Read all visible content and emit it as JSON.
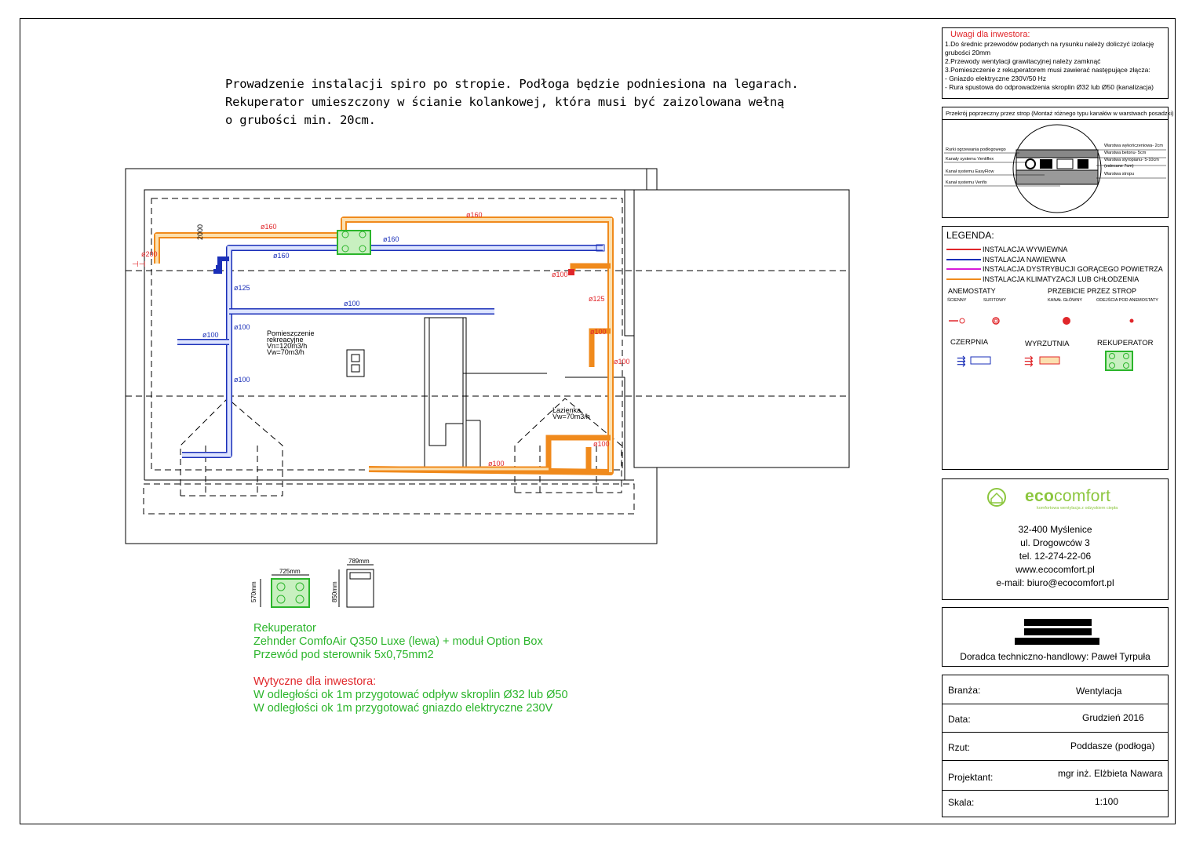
{
  "header_note": [
    "Prowadzenie instalacji spiro po stropie. Podłoga będzie podniesiona na legarach.",
    "Rekuperator umieszczony w ścianie kolankowej, która musi być zaizolowana wełną",
    "o grubości min. 20cm."
  ],
  "uwagi": {
    "title": "Uwagi dla inwestora:",
    "lines": [
      "1.Do średnic przewodów podanych na rysunku należy doliczyć izolację",
      "grubości 20mm",
      "2.Przewody wentylacji grawitacyjnej należy zamknąć",
      "3.Pomieszczenie z rekuperatorem musi zawierać następujące złącza:",
      "- Gniazdo elektryczne 230V/50 Hz",
      "- Rura spustowa do odprowadzenia skroplin Ø32 lub Ø50 (kanalizacja)"
    ]
  },
  "cross_section": {
    "title": "Przekrój poprzeczny przez strop (Montaż różnego typu kanałów w warstwach posadzki)",
    "left_labels": [
      "Rurki ogrzewania podłogowego",
      "Kanały systemu Ventiflex",
      "Kanał systemu EasyFlow",
      "Kanał systemu Venfix"
    ],
    "right_labels": [
      "Warstwa wykończeniowa- 2cm",
      "Warstwa betonu- 5cm",
      "Warstwa styropianu- 5-10cm",
      "(zalecane 7cm)",
      "Warstwa stropu"
    ]
  },
  "legend": {
    "title": "LEGENDA:",
    "lines": [
      {
        "label": "INSTALACJA WYWIEWNA",
        "color": "#e0262a"
      },
      {
        "label": "INSTALACJA NAWIEWNA",
        "color": "#1a2fb8"
      },
      {
        "label": "INSTALACJA DYSTRYBUCJI GORĄCEGO POWIETRZA",
        "color": "#d81bd8"
      },
      {
        "label": "INSTALACJA KLIMATYZACJI LUB CHŁODZENIA",
        "color": "#f08a1c"
      }
    ],
    "anemostaty": "ANEMOSTATY",
    "scienny": "ŚCIENNY",
    "sufitowy": "SUFITOWY",
    "przebicie": "PRZEBICIE PRZEZ STROP",
    "kanal_glowny": "KANAŁ GŁÓWNY",
    "odejscia": "ODEJŚCIA POD ANEMOSTATY",
    "czerpnia": "CZERPNIA",
    "wyrzutnia": "WYRZUTNIA",
    "rekuperator": "REKUPERATOR"
  },
  "company": {
    "logo_eco": "eco",
    "logo_comfort": "comfort",
    "tagline": "komfortowa wentylacja z odzyskiem ciepła",
    "address": [
      "32-400 Myślenice",
      "ul. Drogowców 3",
      "tel. 12-274-22-06",
      "www.ecocomfort.pl",
      "e-mail: biuro@ecocomfort.pl"
    ]
  },
  "advisor": "Doradca techniczno-handlowy: Paweł Tyrpuła",
  "title_block": [
    {
      "label": "Branża:",
      "value": "Wentylacja"
    },
    {
      "label": "Data:",
      "value": "Grudzień 2016"
    },
    {
      "label": "Rzut:",
      "value": "Poddasze (podłoga)"
    },
    {
      "label": "Projektant:",
      "value": "mgr inż. Elżbieta Nawara"
    },
    {
      "label": "Skala:",
      "value": "1:100"
    }
  ],
  "plan": {
    "dim_2000": "2000",
    "room1": [
      "Pomieszczenie",
      "rekreacyjne",
      "Vn=120m3/h",
      "Vw=70m3/h"
    ],
    "room2": [
      "Łazienka",
      "Vw=70m3/h"
    ],
    "labels": {
      "d160_a": "ø160",
      "d160_b": "ø160",
      "d160_c": "ø160",
      "d160_d": "ø160",
      "d200": "ø200",
      "d125_a": "ø125",
      "d125_b": "ø125",
      "d100_a": "ø100",
      "d100_b": "ø100",
      "d100_c": "ø100",
      "d100_d": "ø100",
      "d100_e": "ø100",
      "d100_f": "ø100",
      "d100_g": "ø100",
      "d100_h": "ø100",
      "d100_i": "ø100"
    }
  },
  "unit_dims": {
    "w725": "725mm",
    "h570": "570mm",
    "w789": "789mm",
    "h850": "850mm"
  },
  "rekuperator_note": [
    "Rekuperator",
    "Zehnder ComfoAir Q350 Luxe (lewa) + moduł Option Box",
    "Przewód pod sterownik 5x0,75mm2"
  ],
  "wytyczne": {
    "title": "Wytyczne dla inwestora:",
    "lines": [
      "W odległości ok 1m przygotować odpływ skroplin Ø32 lub Ø50",
      "W odległości ok 1m przygotować gniazdo elektryczne 230V"
    ]
  },
  "colors": {
    "exhaust": "#e0262a",
    "supply": "#1a2fb8",
    "duct_orange": "#f08a1c",
    "green": "#2bb52b"
  }
}
